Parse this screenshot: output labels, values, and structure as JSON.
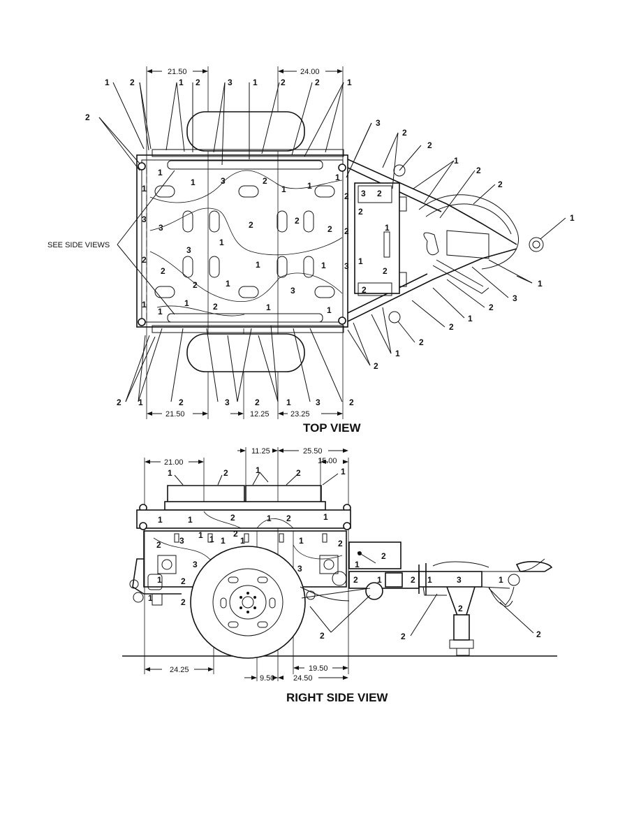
{
  "top_view": {
    "caption": "TOP VIEW",
    "note": "SEE SIDE VIEWS",
    "dimensions": [
      "21.50",
      "24.00",
      "21.50",
      "12.25",
      "23.25"
    ],
    "zone_labels": [
      "1",
      "2",
      "3"
    ]
  },
  "side_view": {
    "caption": "RIGHT SIDE VIEW",
    "dimensions": [
      "21.00",
      "11.25",
      "25.50",
      "15.00",
      "24.25",
      "9.50",
      "24.50",
      "19.50"
    ],
    "zone_labels": [
      "1",
      "2",
      "3"
    ]
  }
}
